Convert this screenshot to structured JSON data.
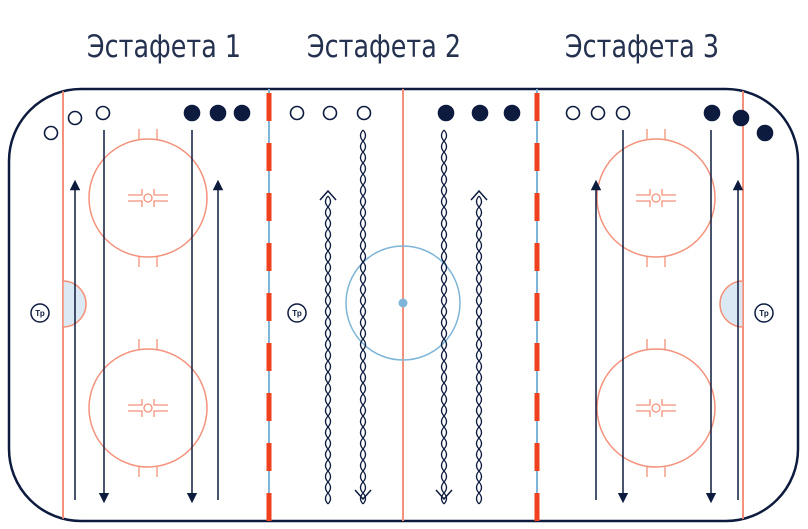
{
  "titles": [
    "Эстафета 1",
    "Эстафета 2",
    "Эстафета 3"
  ],
  "coach_label": "Тр",
  "colors": {
    "navy": "#0d1b3e",
    "red": "#f0401e",
    "salmon": "#f4917a",
    "blue": "#7db6d8",
    "light_blue": "#dbe9f5"
  },
  "icons": [
    "player-filled-icon",
    "player-outline-icon",
    "coach-icon",
    "arrow-up-icon",
    "arrow-down-icon",
    "puck-trail-icon",
    "faceoff-dot-icon"
  ]
}
